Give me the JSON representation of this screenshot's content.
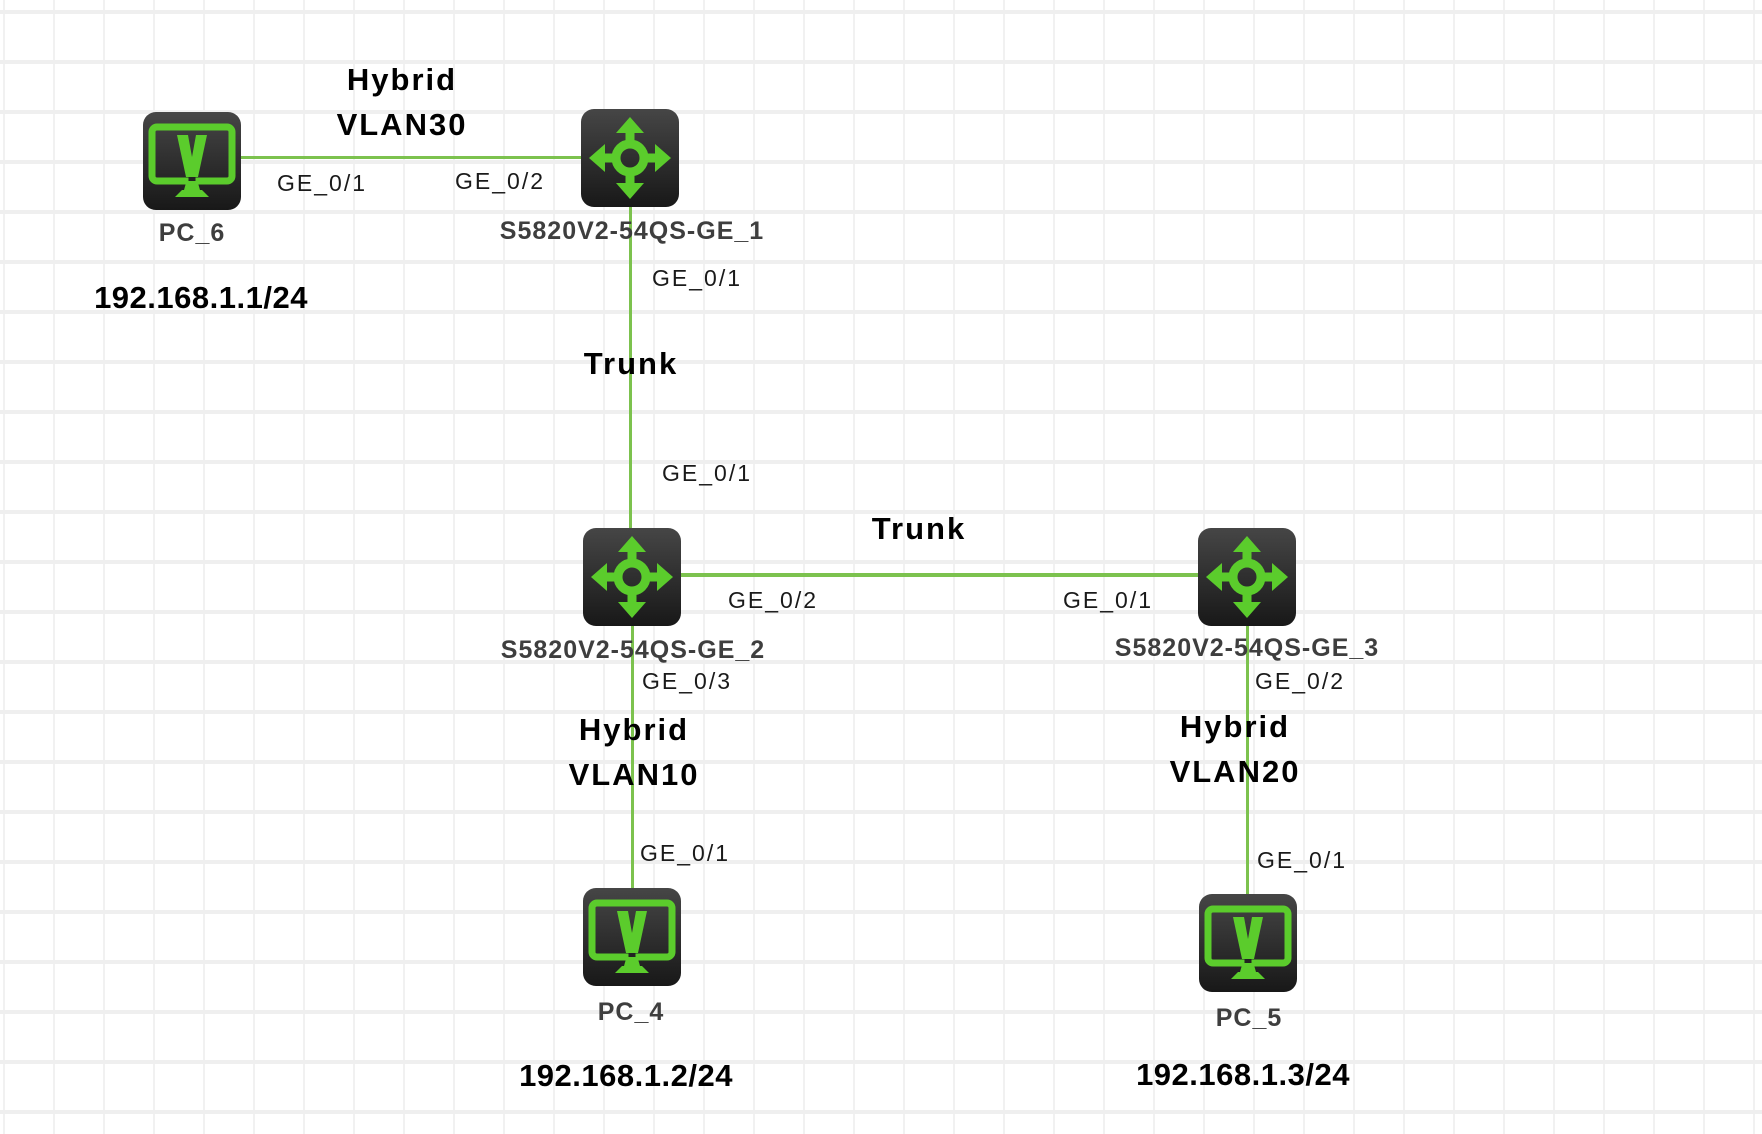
{
  "canvas": {
    "background": "#ffffff",
    "grid_line_color": "#efefef"
  },
  "colors": {
    "link_green": "#7cc24e",
    "icon_green": "#5bcc2c",
    "device_body_dark": "#2a2a2a",
    "device_label_gray": "#3e3e3e",
    "annotation_black": "#000000"
  },
  "devices": {
    "pc6": {
      "name": "PC_6",
      "ip": "192.168.1.1/24",
      "icon": "pc-icon"
    },
    "sw1": {
      "name": "S5820V2-54QS-GE_1",
      "icon": "switch-icon"
    },
    "sw2": {
      "name": "S5820V2-54QS-GE_2",
      "icon": "switch-icon"
    },
    "sw3": {
      "name": "S5820V2-54QS-GE_3",
      "icon": "switch-icon"
    },
    "pc4": {
      "name": "PC_4",
      "ip": "192.168.1.2/24",
      "icon": "pc-icon"
    },
    "pc5": {
      "name": "PC_5",
      "ip": "192.168.1.3/24",
      "icon": "pc-icon"
    }
  },
  "links": {
    "pc6_sw1": {
      "from": "PC_6",
      "to": "S5820V2-54QS-GE_1",
      "port_from": "GE_0/1",
      "port_to": "GE_0/2",
      "label_line1": "Hybrid",
      "label_line2": "VLAN30"
    },
    "sw1_sw2": {
      "from": "S5820V2-54QS-GE_1",
      "to": "S5820V2-54QS-GE_2",
      "port_from": "GE_0/1",
      "port_to": "GE_0/1",
      "label_line1": "Trunk"
    },
    "sw2_sw3": {
      "from": "S5820V2-54QS-GE_2",
      "to": "S5820V2-54QS-GE_3",
      "port_from": "GE_0/2",
      "port_to": "GE_0/1",
      "label_line1": "Trunk"
    },
    "sw2_pc4": {
      "from": "S5820V2-54QS-GE_2",
      "to": "PC_4",
      "port_from": "GE_0/3",
      "port_to": "GE_0/1",
      "label_line1": "Hybrid",
      "label_line2": "VLAN10"
    },
    "sw3_pc5": {
      "from": "S5820V2-54QS-GE_3",
      "to": "PC_5",
      "port_from": "GE_0/2",
      "port_to": "GE_0/1",
      "label_line1": "Hybrid",
      "label_line2": "VLAN20"
    }
  }
}
